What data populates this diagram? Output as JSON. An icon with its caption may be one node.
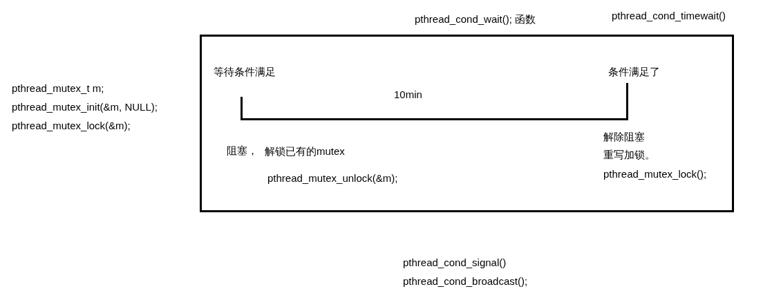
{
  "diagram": {
    "nodes": [
      {
        "text": [
          "pthread_cond_wait(); 函数"
        ]
      }
    ],
    "labels": [
      "pthread_cond_timewait()",
      "pthread_mutex_t  m;",
      "pthread_mutex_init(&m, NULL);",
      "pthread_mutex_lock(&m);",
      "等待条件满足",
      "条件满足了",
      "10min",
      "阻塞，",
      "解锁已有的mutex",
      "解除阻塞",
      "重写加锁。",
      "pthread_mutex_unlock(&m);",
      "pthread_mutex_lock();",
      "pthread_cond_signal()",
      "pthread_cond_broadcast();"
    ]
  }
}
